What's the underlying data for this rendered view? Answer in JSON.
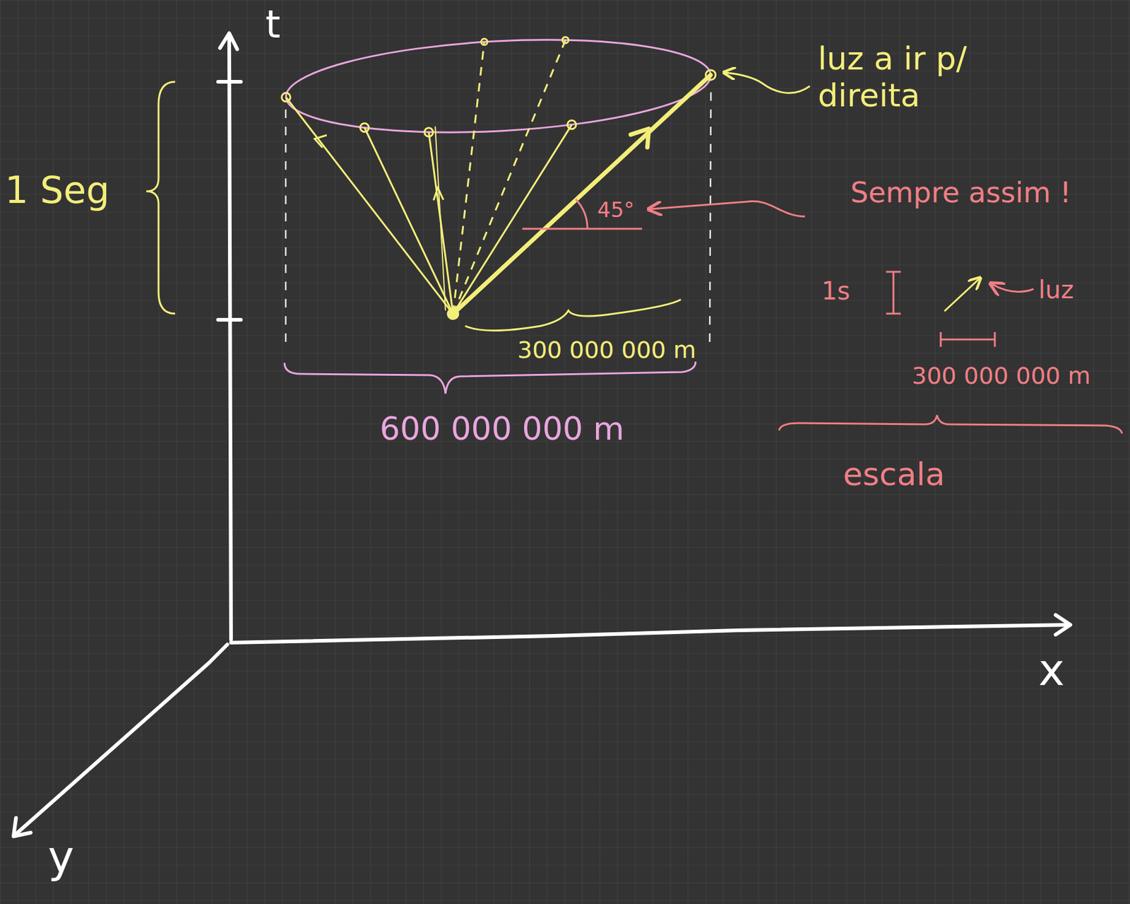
{
  "diagram": {
    "labels": [
      "t",
      "1 Seg",
      "luz a ir p/ direita",
      "45°",
      "Sempre assim !",
      "1s",
      "luz",
      "300 000 000 m",
      "600 000 000 m",
      "300 000 000 m",
      "escala",
      "x",
      "y"
    ]
  }
}
